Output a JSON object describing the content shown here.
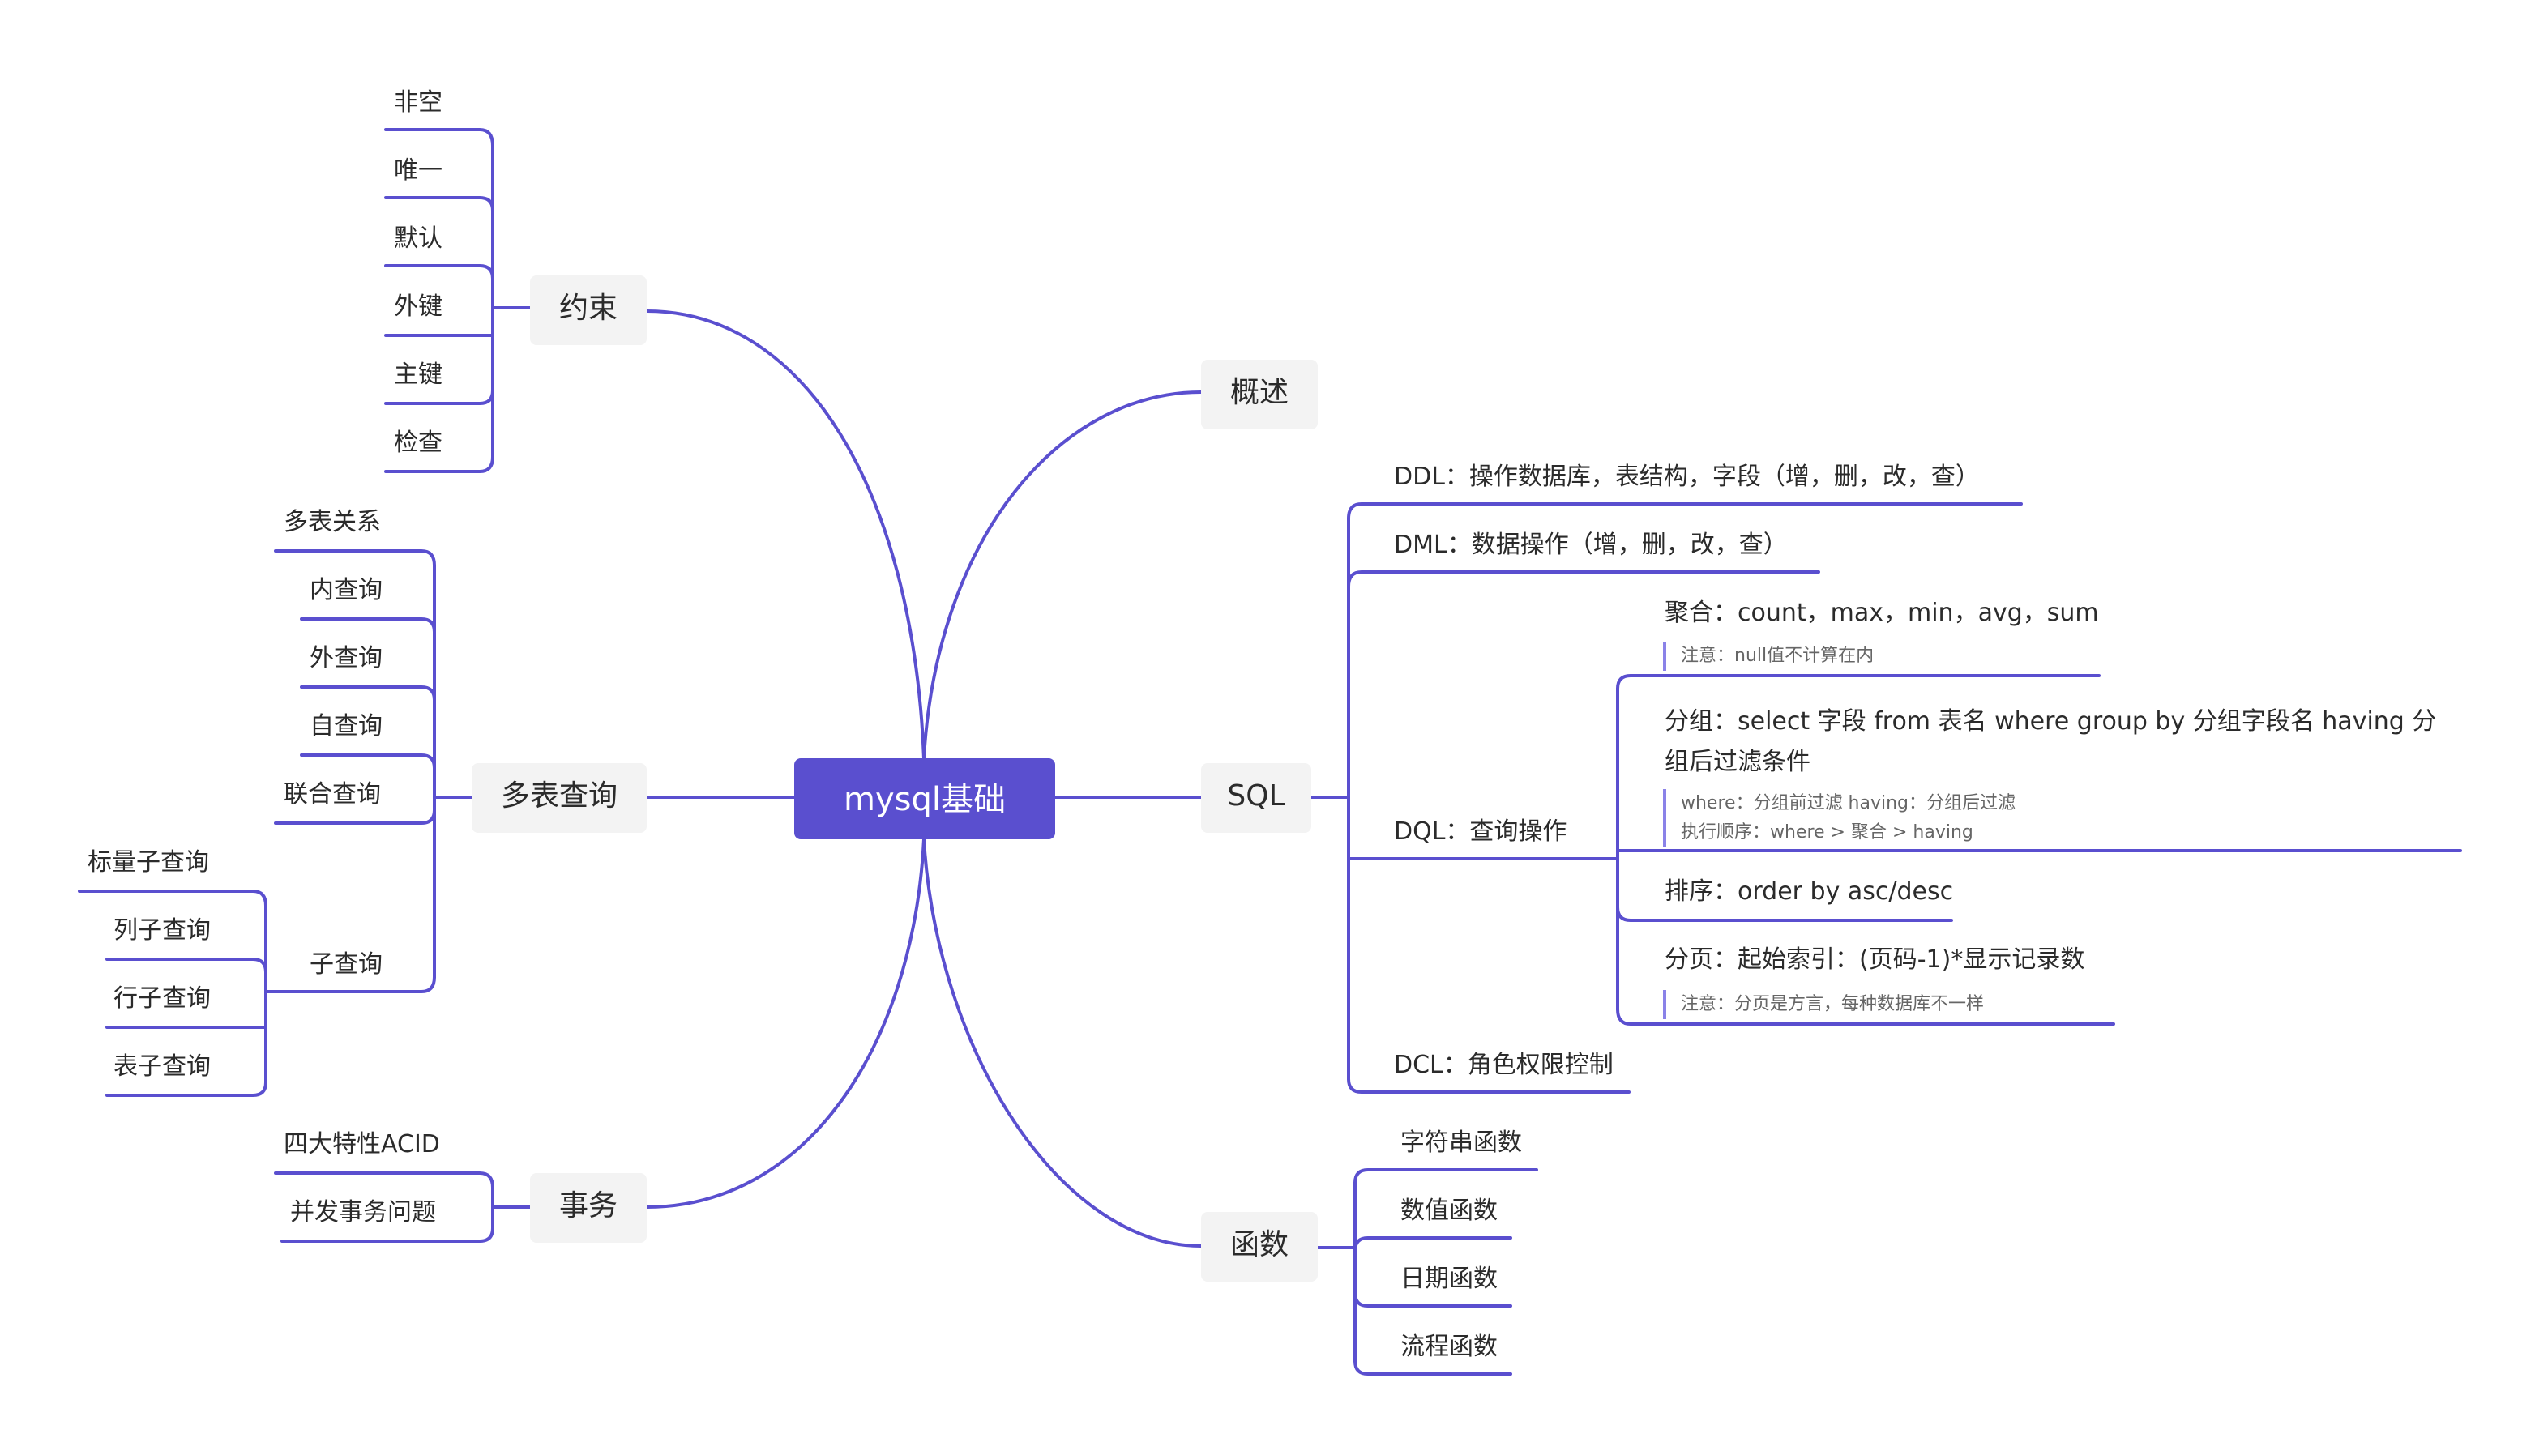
{
  "accent_color": "#5a4fcf",
  "line_color": "#5a4fcf",
  "central": "mysql基础",
  "left": {
    "yueshu": {
      "label": "约束",
      "children": [
        "非空",
        "唯一",
        "默认",
        "外键",
        "主键",
        "检查"
      ]
    },
    "duobiao": {
      "label": "多表查询",
      "children": [
        "多表关系",
        "内查询",
        "外查询",
        "自查询",
        "联合查询",
        "子查询"
      ],
      "zichaxun": [
        "标量子查询",
        "列子查询",
        "行子查询",
        "表子查询"
      ]
    },
    "shiwu": {
      "label": "事务",
      "children": [
        "四大特性ACID",
        "并发事务问题"
      ]
    }
  },
  "right": {
    "gaishu": {
      "label": "概述"
    },
    "sql": {
      "label": "SQL",
      "ddl": "DDL：操作数据库，表结构，字段（增，删，改，查）",
      "dml": "DML：数据操作（增，删，改，查）",
      "dql": {
        "label": "DQL：查询操作",
        "juhe": "聚合：count，max，min，avg，sum",
        "juhe_note": "注意：null值不计算在内",
        "fenzu": "分组：select 字段 from 表名 where  group by 分组字段名 having   分组后过滤条件",
        "fenzu_note1": "where：分组前过滤 having：分组后过滤",
        "fenzu_note2": "执行顺序：where > 聚合 > having",
        "paixu": "排序：order by asc/desc",
        "fenye": "分页：起始索引：(页码-1)*显示记录数",
        "fenye_note": "注意：分页是方言，每种数据库不一样"
      },
      "dcl": "DCL：角色权限控制"
    },
    "hanshu": {
      "label": "函数",
      "children": [
        "字符串函数",
        "数值函数",
        "日期函数",
        "流程函数"
      ]
    }
  }
}
